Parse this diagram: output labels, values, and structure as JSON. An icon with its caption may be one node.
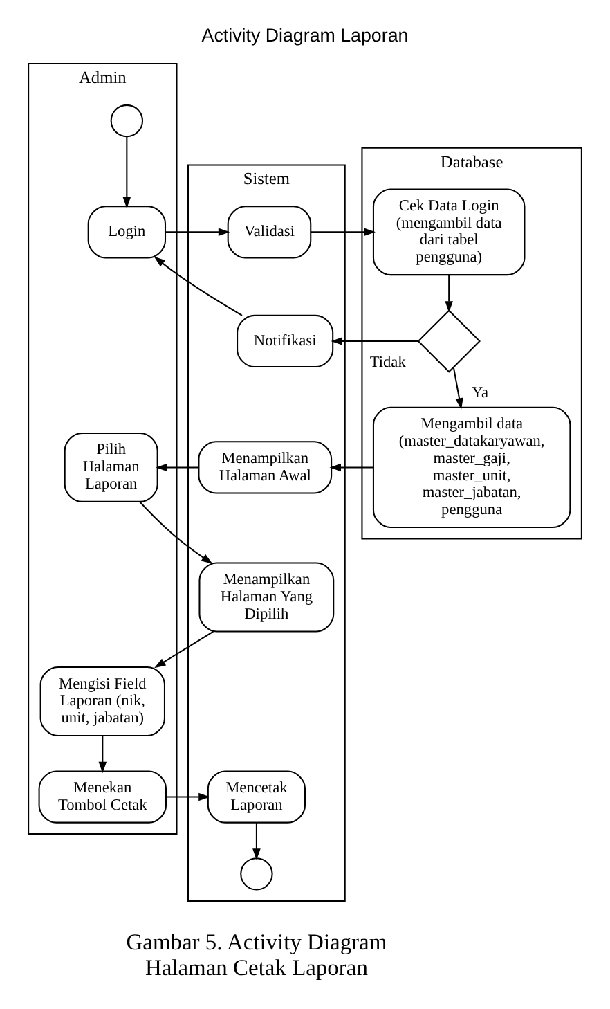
{
  "diagram": {
    "title": "Activity Diagram Laporan",
    "caption": "Gambar 5. Activity Diagram Halaman Cetak Laporan",
    "nodes": [
      {
        "text": [
          "Admin"
        ]
      },
      {
        "text": [
          "Sistem"
        ]
      },
      {
        "text": [
          "Database"
        ]
      },
      {
        "text": [],
        "shape": "circle",
        "in": 0
      },
      {
        "text": [
          "Login"
        ],
        "in": 0
      },
      {
        "text": [
          "Validasi"
        ],
        "in": 1
      },
      {
        "text": [
          "Cek Data Login (mengambil data dari tabel pengguna)"
        ],
        "in": 2
      },
      {
        "text": [],
        "shape": "diamond",
        "in": 2
      },
      {
        "text": [
          "Notifikasi"
        ],
        "in": 1
      },
      {
        "text": [
          "Mengambil data (master_datakaryawan, master_gaji, master_unit, master_jabatan, pengguna"
        ],
        "in": 2
      },
      {
        "text": [
          "Pilih Halaman Laporan"
        ],
        "in": 0
      },
      {
        "text": [
          "Menampilkan Halaman Awal"
        ],
        "in": 1
      },
      {
        "text": [
          "Menampilkan Halaman Yang Dipilih"
        ],
        "in": 1
      },
      {
        "text": [
          "Mengisi Field Laporan (nik, unit, jabatan)"
        ],
        "in": 0
      },
      {
        "text": [
          "Menekan Tombol Cetak"
        ],
        "in": 0
      },
      {
        "text": [
          "Mencetak Laporan"
        ],
        "in": 1
      },
      {
        "text": [],
        "shape": "circle",
        "in": 1
      }
    ],
    "edges": [
      {
        "from": 3,
        "to": 4,
        "arrow": "to"
      },
      {
        "from": 4,
        "to": 5,
        "arrow": "to"
      },
      {
        "from": 5,
        "to": 6,
        "arrow": "to"
      },
      {
        "from": 6,
        "to": 7,
        "arrow": "to"
      },
      {
        "from": 7,
        "to": 8,
        "arrow": "to",
        "label": "Tidak"
      },
      {
        "from": 8,
        "to": 4,
        "arrow": "to"
      },
      {
        "from": 7,
        "to": 9,
        "arrow": "to",
        "label": "Ya"
      },
      {
        "from": 9,
        "to": 11,
        "arrow": "to"
      },
      {
        "from": 11,
        "to": 10,
        "arrow": "to"
      },
      {
        "from": 10,
        "to": 12,
        "arrow": "to"
      },
      {
        "from": 12,
        "to": 13,
        "arrow": "to"
      },
      {
        "from": 13,
        "to": 14,
        "arrow": "to"
      },
      {
        "from": 14,
        "to": 15,
        "arrow": "to"
      },
      {
        "from": 15,
        "to": 16,
        "arrow": "to"
      }
    ]
  }
}
